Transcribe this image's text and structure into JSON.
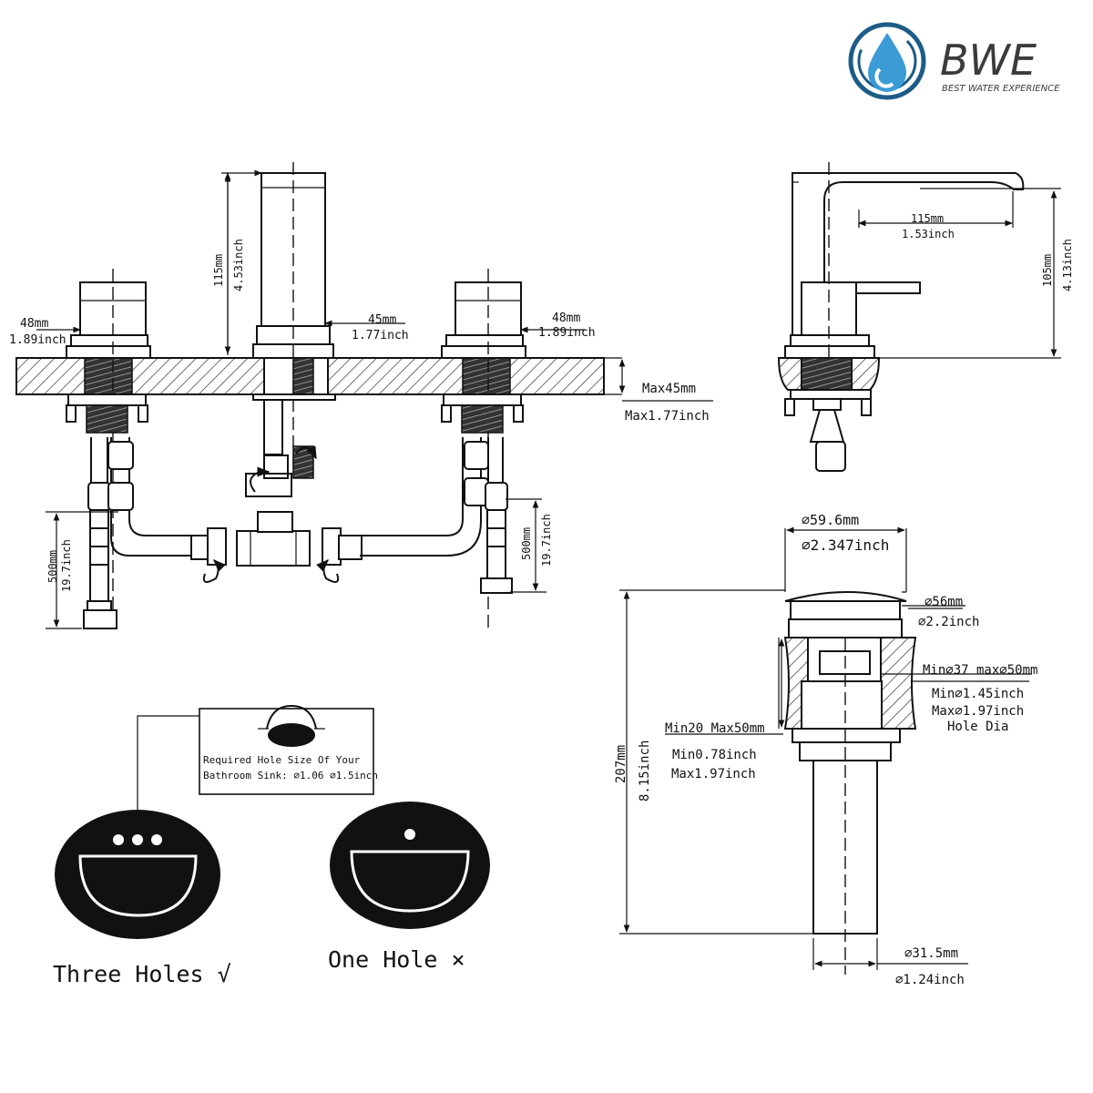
{
  "logo": {
    "wordmark": "BWE",
    "tagline": "BEST WATER EXPERIENCE",
    "brand_color": "#1c5c86",
    "drop_color": "#3a9bd5"
  },
  "front_view": {
    "spout_height_mm": "115mm",
    "spout_height_inch": "4.53inch",
    "handle_width_mm": "48mm",
    "handle_width_inch": "1.89inch",
    "spout_width_mm": "45mm",
    "spout_width_inch": "1.77inch",
    "deck_max_mm": "Max45mm",
    "deck_max_inch": "Max1.77inch",
    "hose_left_mm": "500mm",
    "hose_left_inch": "19.7inch",
    "hose_right_mm": "500mm",
    "hose_right_inch": "19.7inch"
  },
  "side_view": {
    "reach_mm": "115mm",
    "reach_inch": "1.53inch",
    "height_mm": "105mm",
    "height_inch": "4.13inch"
  },
  "drain": {
    "cap_mm": "⌀59.6mm",
    "cap_inch": "⌀2.347inch",
    "flange_mm": "⌀56mm",
    "flange_inch": "⌀2.2inch",
    "hole_mm": "Min⌀37 max⌀50mm",
    "hole_min_inch": "Min⌀1.45inch",
    "hole_max_inch": "Max⌀1.97inch",
    "hole_dia_label": "Hole Dia",
    "thickness_mm": "Min20 Max50mm",
    "thickness_min_inch": "Min0.78inch",
    "thickness_max_inch": "Max1.97inch",
    "length_mm": "207mm",
    "length_inch": "8.15inch",
    "tail_mm": "⌀31.5mm",
    "tail_inch": "⌀1.24inch"
  },
  "hole_note": {
    "line1": "Required Hole Size Of Your",
    "line2": "Bathroom Sink: ⌀1.06 ⌀1.5inch"
  },
  "sinks": {
    "three_holes": "Three Holes √",
    "one_hole": "One Hole ×"
  }
}
